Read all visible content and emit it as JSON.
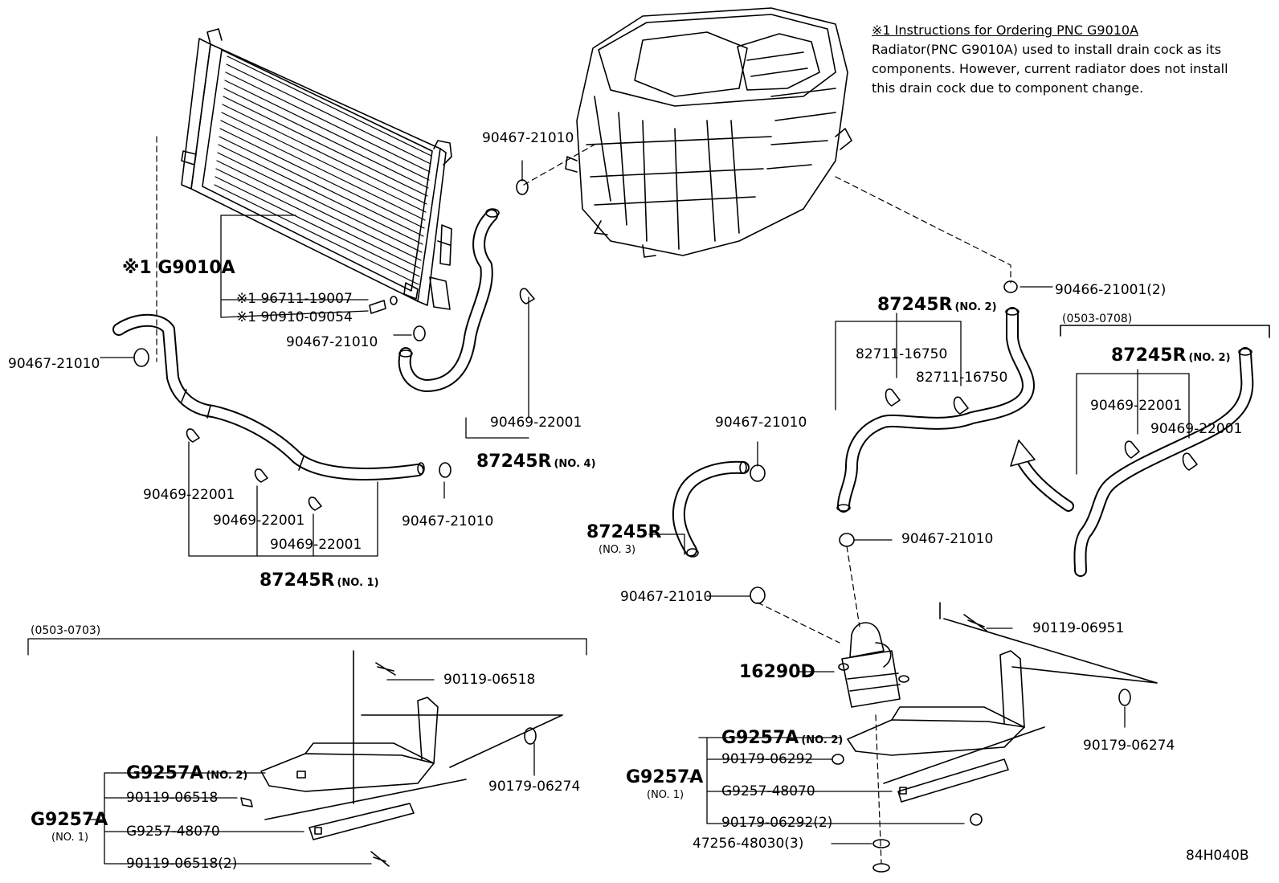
{
  "note": {
    "title": "※1 Instructions for Ordering PNC G9010A",
    "line1": "Radiator(PNC G9010A) used to install drain cock as its",
    "line2": "components. However, current radiator does not install",
    "line3": "this drain cock due to component change."
  },
  "radiator": {
    "g9010a": "※1 G9010A",
    "p96711": "※1 96711-19007",
    "p90910": "※1 90910-09054",
    "clip_top": "90467-21010",
    "clip_mid": "90467-21010",
    "clip_left": "90467-21010"
  },
  "hose1": {
    "label": "87245R",
    "sub": "(NO. 1)",
    "clamp_a": "90469-22001",
    "clamp_b": "90469-22001",
    "clamp_c": "90469-22001",
    "clip_right": "90467-21010"
  },
  "hose4": {
    "label": "87245R",
    "sub": "(NO. 4)",
    "clamp": "90469-22001"
  },
  "hose2": {
    "label": "87245R",
    "sub": "(NO. 2)",
    "clamp_a": "82711-16750",
    "clamp_b": "82711-16750",
    "clip_top": "90466-21001(2)",
    "clip_bottom": "90467-21010"
  },
  "alt_hose": {
    "range": "(0503-0708)",
    "label": "87245R",
    "sub": "(NO. 2)",
    "clamp_a": "90469-22001",
    "clamp_b": "90469-22001"
  },
  "hose3": {
    "label": "87245R",
    "sub": "(NO. 3)",
    "clip_top": "90467-21010",
    "clip_bottom": "90467-21010"
  },
  "pump": {
    "label": "16290D",
    "bolt": "90119-06951"
  },
  "bracket_left": {
    "range": "(0503-0703)",
    "bolt_top": "90119-06518",
    "g9257a_no2": "G9257A",
    "g9257a_no2_sub": "(NO. 2)",
    "bolt_mid": "90119-06518",
    "bar": "G9257-48070",
    "bolt_bottom": "90119-06518(2)",
    "g9257a_no1": "G9257A",
    "g9257a_no1_sub": "(NO. 1)",
    "nut": "90179-06274"
  },
  "bracket_right": {
    "g9257a_no2": "G9257A",
    "g9257a_no2_sub": "(NO. 2)",
    "nut_a": "90179-06292",
    "bar": "G9257-48070",
    "nut_b": "90179-06292(2)",
    "cushion": "47256-48030(3)",
    "g9257a_no1": "G9257A",
    "g9257a_no1_sub": "(NO. 1)",
    "nut": "90179-06274"
  },
  "figure_code": "84H040B"
}
